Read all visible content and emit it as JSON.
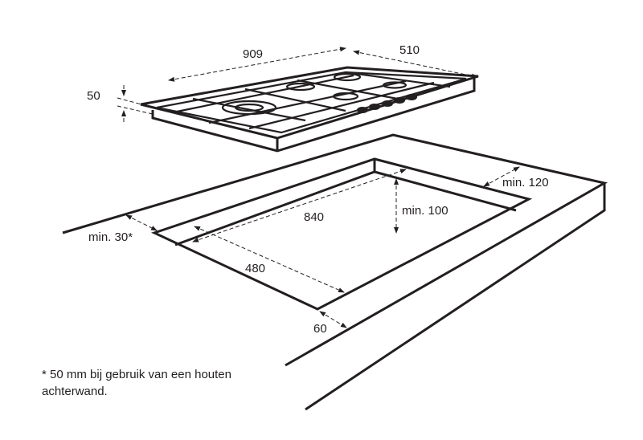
{
  "dimensions": {
    "hob_width": "909",
    "hob_depth": "510",
    "hob_height": "50",
    "cutout_width": "840",
    "cutout_depth": "480",
    "min_back": "min. 30*",
    "min_side_right": "min. 120",
    "min_below": "min. 100",
    "front_margin": "60"
  },
  "footnote": {
    "line1": "* 50 mm bij gebruik van een houten",
    "line2": "achterwand."
  }
}
